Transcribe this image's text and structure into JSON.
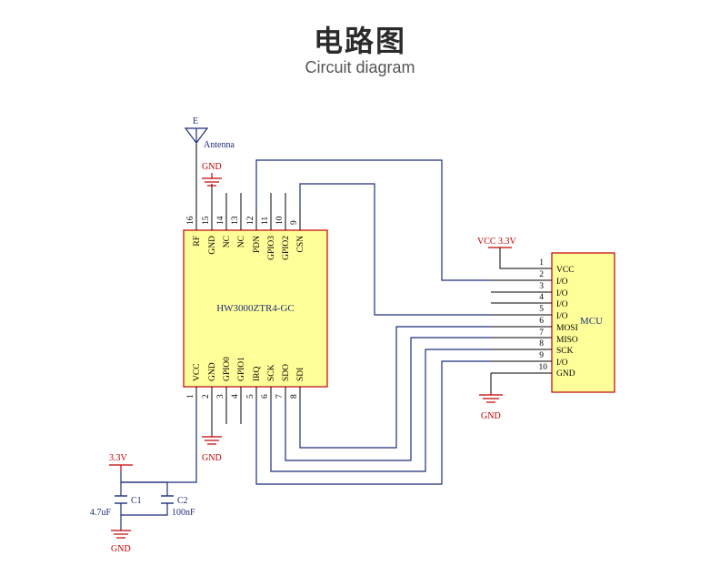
{
  "title_cn": "电路图",
  "title_en": "Circuit diagram",
  "antenna": {
    "symbol": "E",
    "label": "Antenna"
  },
  "gnd_label": "GND",
  "chip": {
    "name": "HW3000ZTR4-GC",
    "fill_color": "#ffff99",
    "border_color": "#c00000",
    "top_pins": [
      {
        "num": "16",
        "name": "RF"
      },
      {
        "num": "15",
        "name": "GND"
      },
      {
        "num": "14",
        "name": "NC"
      },
      {
        "num": "13",
        "name": "NC"
      },
      {
        "num": "12",
        "name": "PDN"
      },
      {
        "num": "11",
        "name": "GPIO3"
      },
      {
        "num": "10",
        "name": "GPIO2"
      },
      {
        "num": "9",
        "name": "CSN"
      }
    ],
    "bottom_pins": [
      {
        "num": "1",
        "name": "VCC"
      },
      {
        "num": "2",
        "name": "GND"
      },
      {
        "num": "3",
        "name": "GPIO0"
      },
      {
        "num": "4",
        "name": "GPIO1"
      },
      {
        "num": "5",
        "name": "IRQ"
      },
      {
        "num": "6",
        "name": "SCK"
      },
      {
        "num": "7",
        "name": "SDO"
      },
      {
        "num": "8",
        "name": "SDI"
      }
    ]
  },
  "mcu": {
    "name": "MCU",
    "vcc_label": "VCC 3.3V",
    "pins": [
      {
        "num": "1",
        "name": "VCC"
      },
      {
        "num": "2",
        "name": "I/O"
      },
      {
        "num": "3",
        "name": "I/O"
      },
      {
        "num": "4",
        "name": "I/O"
      },
      {
        "num": "5",
        "name": "I/O"
      },
      {
        "num": "6",
        "name": "MOSI"
      },
      {
        "num": "7",
        "name": "MISO"
      },
      {
        "num": "8",
        "name": "SCK"
      },
      {
        "num": "9",
        "name": "I/O"
      },
      {
        "num": "10",
        "name": "GND"
      }
    ]
  },
  "power": {
    "supply_label": "3.3V",
    "c1": {
      "name": "C1",
      "value": "4.7uF"
    },
    "c2": {
      "name": "C2",
      "value": "100nF"
    }
  },
  "colors": {
    "wire": "#1d2f7a",
    "power_symbol": "#c00000",
    "pin_line": "#000000"
  }
}
